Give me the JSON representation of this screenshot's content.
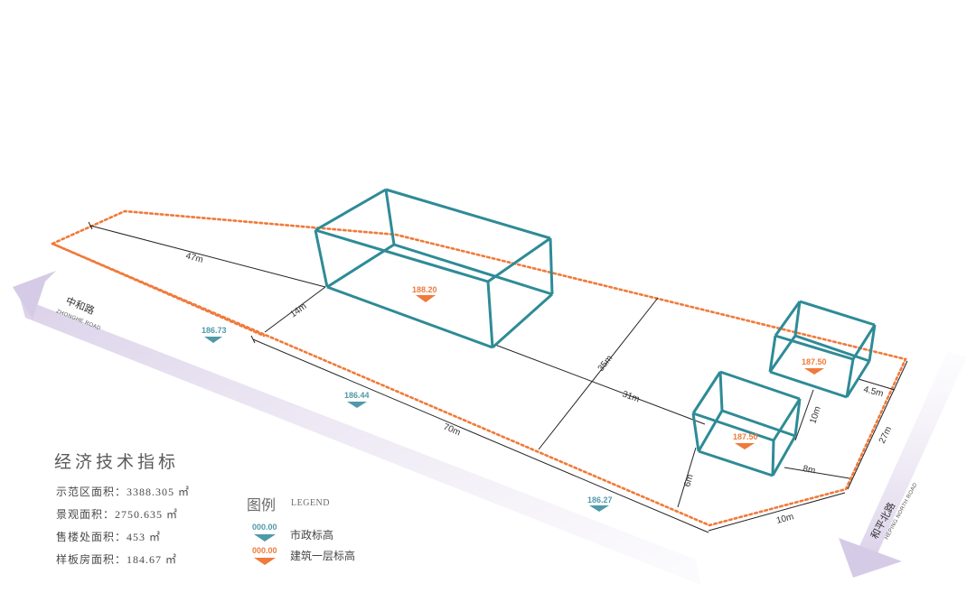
{
  "colors": {
    "teal": "#2e8b96",
    "orange": "#f07a3a",
    "road_band": "#e6dff0",
    "dim_line": "#222222"
  },
  "road_west": {
    "cn": "中和路",
    "en": "ZHONGHE ROAD"
  },
  "road_east": {
    "cn": "和平北路",
    "en": "HEPING NORTH ROAD"
  },
  "dimensions": {
    "d47": "47m",
    "d14": "14m",
    "d35": "35m",
    "d31": "31m",
    "d70": "70m",
    "d6": "6m",
    "d10a": "10m",
    "d8": "8m",
    "d4_5": "4.5m",
    "d27": "27m",
    "d10b": "10m"
  },
  "elevations": {
    "municipal": [
      "186.73",
      "186.44",
      "186.27"
    ],
    "building_main": "188.20",
    "building_small_left": "187.50",
    "building_small_right": "187.50"
  },
  "indicators": {
    "title": "经济技术指标",
    "rows": [
      "示范区面积：3388.305 ㎡",
      "景观面积：2750.635 ㎡",
      "售楼处面积：453 ㎡",
      "样板房面积：184.67 ㎡"
    ]
  },
  "legend": {
    "title_cn": "图例",
    "title_en": "LEGEND",
    "items": [
      {
        "sample": "000.00",
        "label": "市政标高",
        "color": "#4f9aa8"
      },
      {
        "sample": "000.00",
        "label": "建筑一层标高",
        "color": "#f07a3a"
      }
    ]
  }
}
